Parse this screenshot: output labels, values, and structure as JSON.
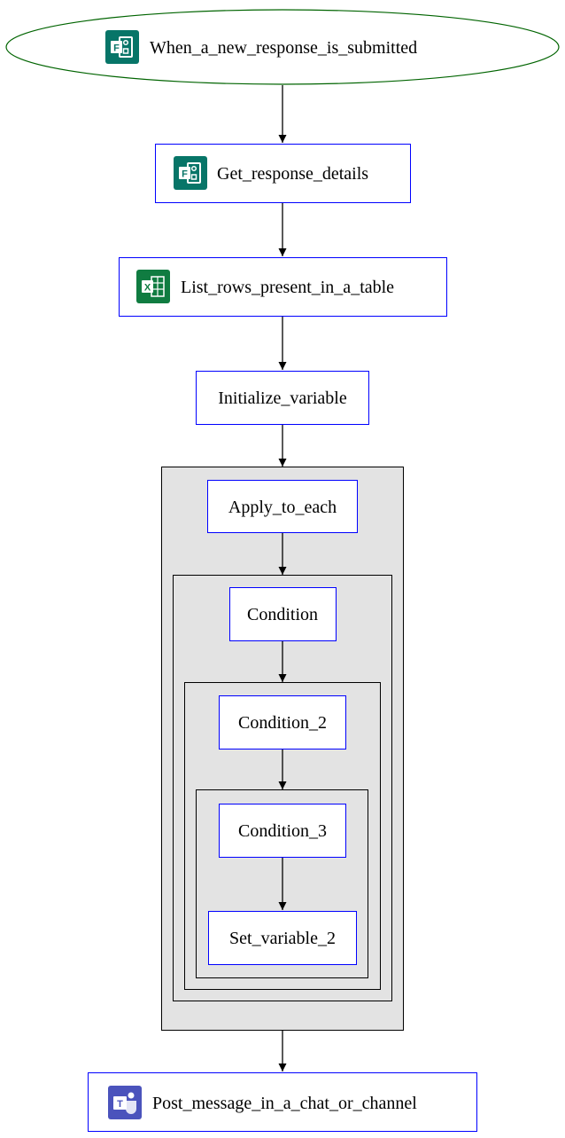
{
  "colors": {
    "trigger_border": "#006400",
    "action_border": "#0000ff",
    "edge": "#000000",
    "cluster_fill": "#e3e3e3",
    "cluster_border": "#000000",
    "forms_icon": "#077568",
    "excel_icon": "#107c41",
    "teams_icon": "#4b53bc"
  },
  "nodes": {
    "trigger": {
      "label": "When_a_new_response_is_submitted",
      "icon": "microsoft-forms-icon"
    },
    "get_response": {
      "label": "Get_response_details",
      "icon": "microsoft-forms-icon"
    },
    "list_rows": {
      "label": "List_rows_present_in_a_table",
      "icon": "excel-icon"
    },
    "init_var": {
      "label": "Initialize_variable"
    },
    "apply_each": {
      "label": "Apply_to_each"
    },
    "condition": {
      "label": "Condition"
    },
    "condition_2": {
      "label": "Condition_2"
    },
    "condition_3": {
      "label": "Condition_3"
    },
    "set_var_2": {
      "label": "Set_variable_2"
    },
    "post_message": {
      "label": "Post_message_in_a_chat_or_channel",
      "icon": "microsoft-teams-icon"
    }
  },
  "edges": [
    {
      "from": "trigger",
      "to": "get_response"
    },
    {
      "from": "get_response",
      "to": "list_rows"
    },
    {
      "from": "list_rows",
      "to": "init_var"
    },
    {
      "from": "init_var",
      "to": "apply_each"
    },
    {
      "from": "apply_each",
      "to": "condition"
    },
    {
      "from": "condition",
      "to": "condition_2"
    },
    {
      "from": "condition_2",
      "to": "condition_3"
    },
    {
      "from": "condition_3",
      "to": "set_var_2"
    },
    {
      "from": "apply_each_group",
      "to": "post_message"
    }
  ]
}
